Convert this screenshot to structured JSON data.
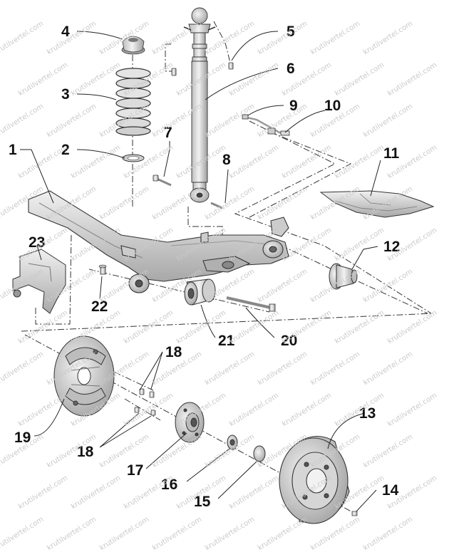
{
  "watermark": "krutilvertel.com",
  "callouts": {
    "n1": "1",
    "n2": "2",
    "n3": "3",
    "n4": "4",
    "n5": "5",
    "n6": "6",
    "n7": "7",
    "n8": "8",
    "n9": "9",
    "n10": "10",
    "n11": "11",
    "n12": "12",
    "n13": "13",
    "n14": "14",
    "n15": "15",
    "n16": "16",
    "n17": "17",
    "n18a": "18",
    "n18b": "18",
    "n19": "19",
    "n20": "20",
    "n21": "21",
    "n22": "22",
    "n23": "23"
  },
  "colors": {
    "part_fill": "#d9d9d9",
    "part_dark": "#9a9a9a",
    "outline": "#2a2a2a"
  }
}
